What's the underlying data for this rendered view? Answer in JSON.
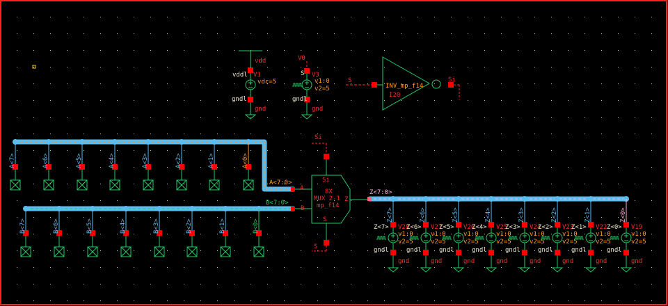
{
  "colors": {
    "background": "#000000",
    "border": "#ff2020",
    "wire": "#22cc66",
    "net_red": "#ff2a2a",
    "pin_square": "#ff0000",
    "bus_fill": "#5bbcf0",
    "bus_a_dash": "#ff8c1a",
    "bus_b_dash": "#22cc66",
    "bus_z_dash": "#ffb0e0",
    "label_white": "#f0e6c8",
    "label_orange": "#ff9a20",
    "label_blue": "#5bbcf0",
    "grid_dot": "#c8c8c8"
  },
  "vdd_source": {
    "net_top": "vdd",
    "terminal": "vddl",
    "name": "V1",
    "param": "vdc=5",
    "terminal_bottom": "gndl",
    "net_bottom": "gnd"
  },
  "pulse_source": {
    "net_top": "V0",
    "terminal": "S",
    "name": "V3",
    "param1": "v1:0",
    "param2": "v2=5",
    "terminal_bottom": "gndl",
    "net_bottom": "gnd"
  },
  "inverter": {
    "input_net": "S",
    "output_net": "Si",
    "cell": "INV_mp_f14",
    "instance": "I20"
  },
  "mux": {
    "top_net": "Si",
    "top_pin": "Si",
    "line1": "8X",
    "line2": "MUX 2-1",
    "line3": "mp_f14",
    "output_pin": "Z",
    "bottom_pin": "S",
    "bottom_net": "S",
    "pin_a": "A",
    "pin_b": "B"
  },
  "bus_a": {
    "label": "A<7:0>",
    "taps": [
      "A<7>",
      "A<6>",
      "A<5>",
      "A<4>",
      "A<3>",
      "A<2>",
      "A<1>",
      "A<0>"
    ]
  },
  "bus_b": {
    "label": "B<7:0>",
    "taps": [
      "B<7>",
      "B<6>",
      "B<5>",
      "B<4>",
      "B<3>",
      "B<2>",
      "B<1>",
      "B<0>"
    ]
  },
  "bus_z": {
    "label": "Z<7:0>",
    "taps": [
      {
        "net": "Z<7>",
        "source": "V28"
      },
      {
        "net": "Z<6>",
        "source": "V27"
      },
      {
        "net": "Z<5>",
        "source": "V26"
      },
      {
        "net": "Z<4>",
        "source": "V25"
      },
      {
        "net": "Z<3>",
        "source": "V24"
      },
      {
        "net": "Z<2>",
        "source": "V23"
      },
      {
        "net": "Z<1>",
        "source": "V22"
      },
      {
        "net": "Z<0>",
        "source": "V19"
      }
    ],
    "param1": "v1:0",
    "param2": "v2=5",
    "terminal_bottom": "gndl",
    "net_bottom": "gnd"
  }
}
